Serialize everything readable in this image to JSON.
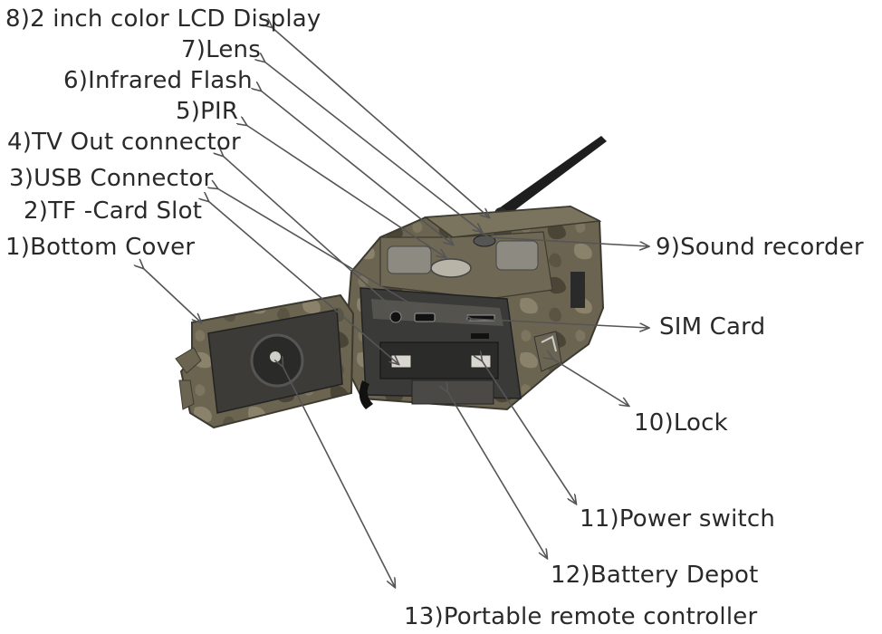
{
  "labels": {
    "l8": "8)2 inch color LCD Display",
    "l7": "7)Lens",
    "l6": "6)Infrared Flash",
    "l5": "5)PIR",
    "l4": "4)TV Out connector",
    "l3": "3)USB Connector",
    "l2": "2)TF -Card Slot",
    "l1": "1)Bottom Cover",
    "l9": "9)Sound recorder",
    "lsim": "SIM Card",
    "l10": "10)Lock",
    "l11": "11)Power switch",
    "l12": "12)Battery Depot",
    "l13": "13)Portable remote controller"
  },
  "colors": {
    "text": "#2a2a2a",
    "leader": "#555555",
    "camo_dark": "#4a4536",
    "camo_mid": "#6b6450",
    "camo_light": "#8a826a",
    "inner": "#3a3a38"
  }
}
